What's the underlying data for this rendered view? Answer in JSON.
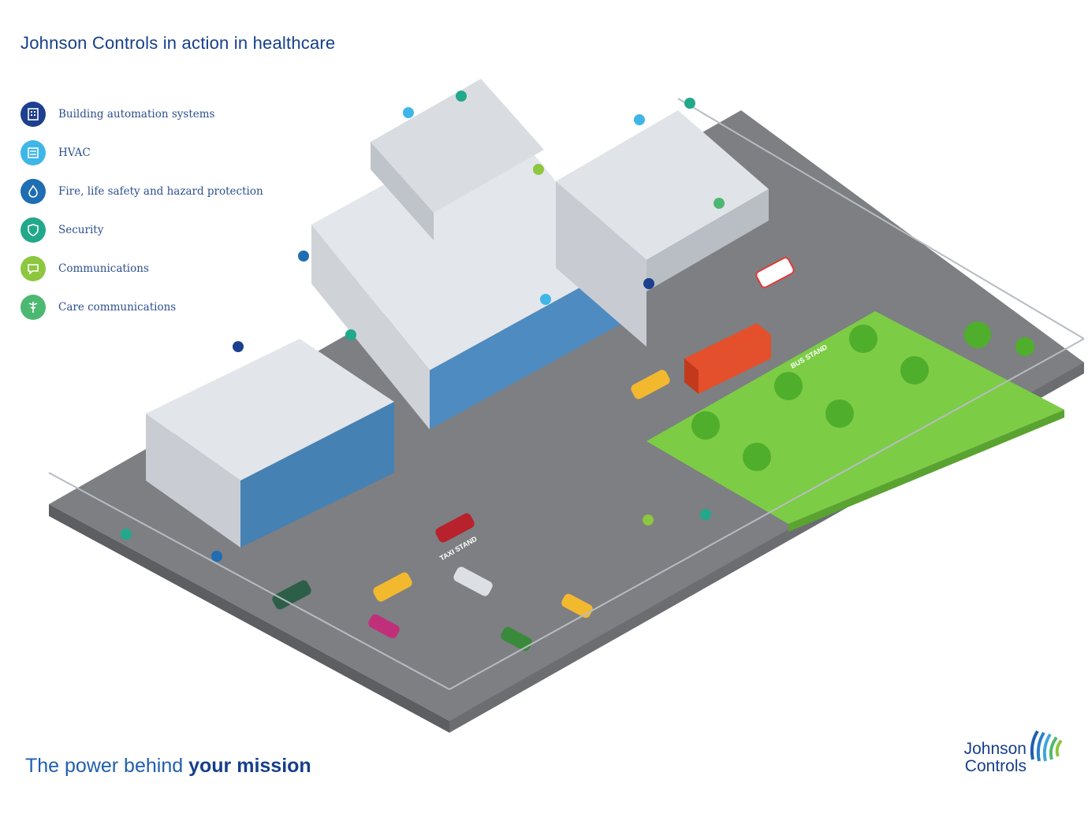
{
  "header": {
    "title": "Johnson Controls in action in healthcare"
  },
  "legend": [
    {
      "label": "Building automation systems",
      "color": "#1c3f8f",
      "icon": "building-icon"
    },
    {
      "label": "HVAC",
      "color": "#3fb6e8",
      "icon": "hvac-icon"
    },
    {
      "label": "Fire, life safety and hazard protection",
      "color": "#1f6db3",
      "icon": "flame-icon"
    },
    {
      "label": "Security",
      "color": "#22a88a",
      "icon": "shield-icon"
    },
    {
      "label": "Communications",
      "color": "#8dc63f",
      "icon": "chat-icon"
    },
    {
      "label": "Care communications",
      "color": "#4cb871",
      "icon": "caduceus-icon"
    }
  ],
  "signs": {
    "taxi_stand": "TAXI STAND",
    "bus_stand": "BUS STAND"
  },
  "footer": {
    "tagline_regular": "The power behind ",
    "tagline_bold": "your mission",
    "logo_line1": "Johnson",
    "logo_line2": "Controls"
  },
  "colors": {
    "brand_navy": "#163f8a",
    "brand_blue": "#1f5fae",
    "road": "#8a8c8f",
    "grass": "#7ccc45",
    "bus": "#e4502c"
  }
}
